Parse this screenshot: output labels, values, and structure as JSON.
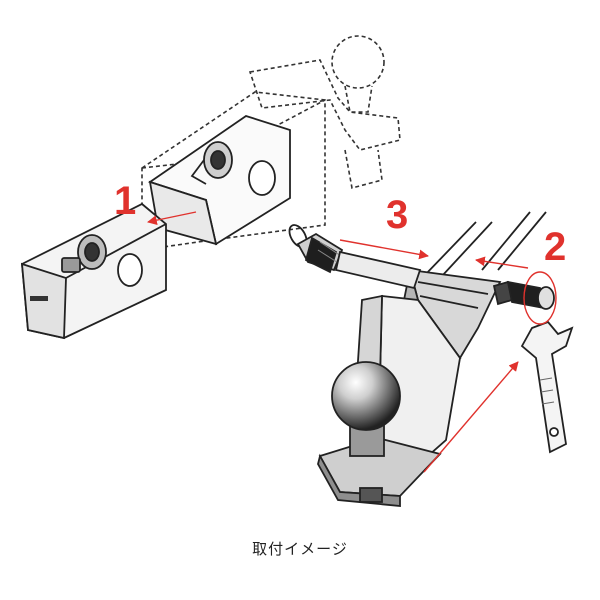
{
  "caption": "取付イメージ",
  "steps": [
    {
      "label": "1"
    },
    {
      "label": "3"
    },
    {
      "label": "2"
    }
  ],
  "colors": {
    "line": "#222222",
    "dashed": "#333333",
    "accent": "#e0322d",
    "fill_light": "#f2f2f2",
    "fill_mid": "#d9d9d9",
    "fill_dark": "#9a9a9a"
  }
}
